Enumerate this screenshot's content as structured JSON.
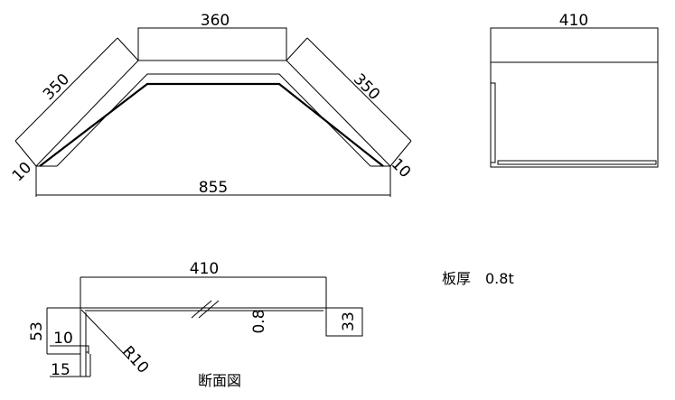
{
  "plan_view": {
    "dim_top": "360",
    "dim_left_diag": "350",
    "dim_right_diag": "350",
    "dim_left_end": "10",
    "dim_right_end": "10",
    "dim_bottom": "855"
  },
  "side_view": {
    "dim_width": "410"
  },
  "section": {
    "dim_length": "410",
    "dim_height_total": "53",
    "dim_lip": "10",
    "dim_flange": "15",
    "radius": "R10",
    "thickness": "0.8",
    "dim_right_height": "33",
    "caption": "断面図"
  },
  "note": {
    "plate_thickness": "板厚　0.8t"
  }
}
